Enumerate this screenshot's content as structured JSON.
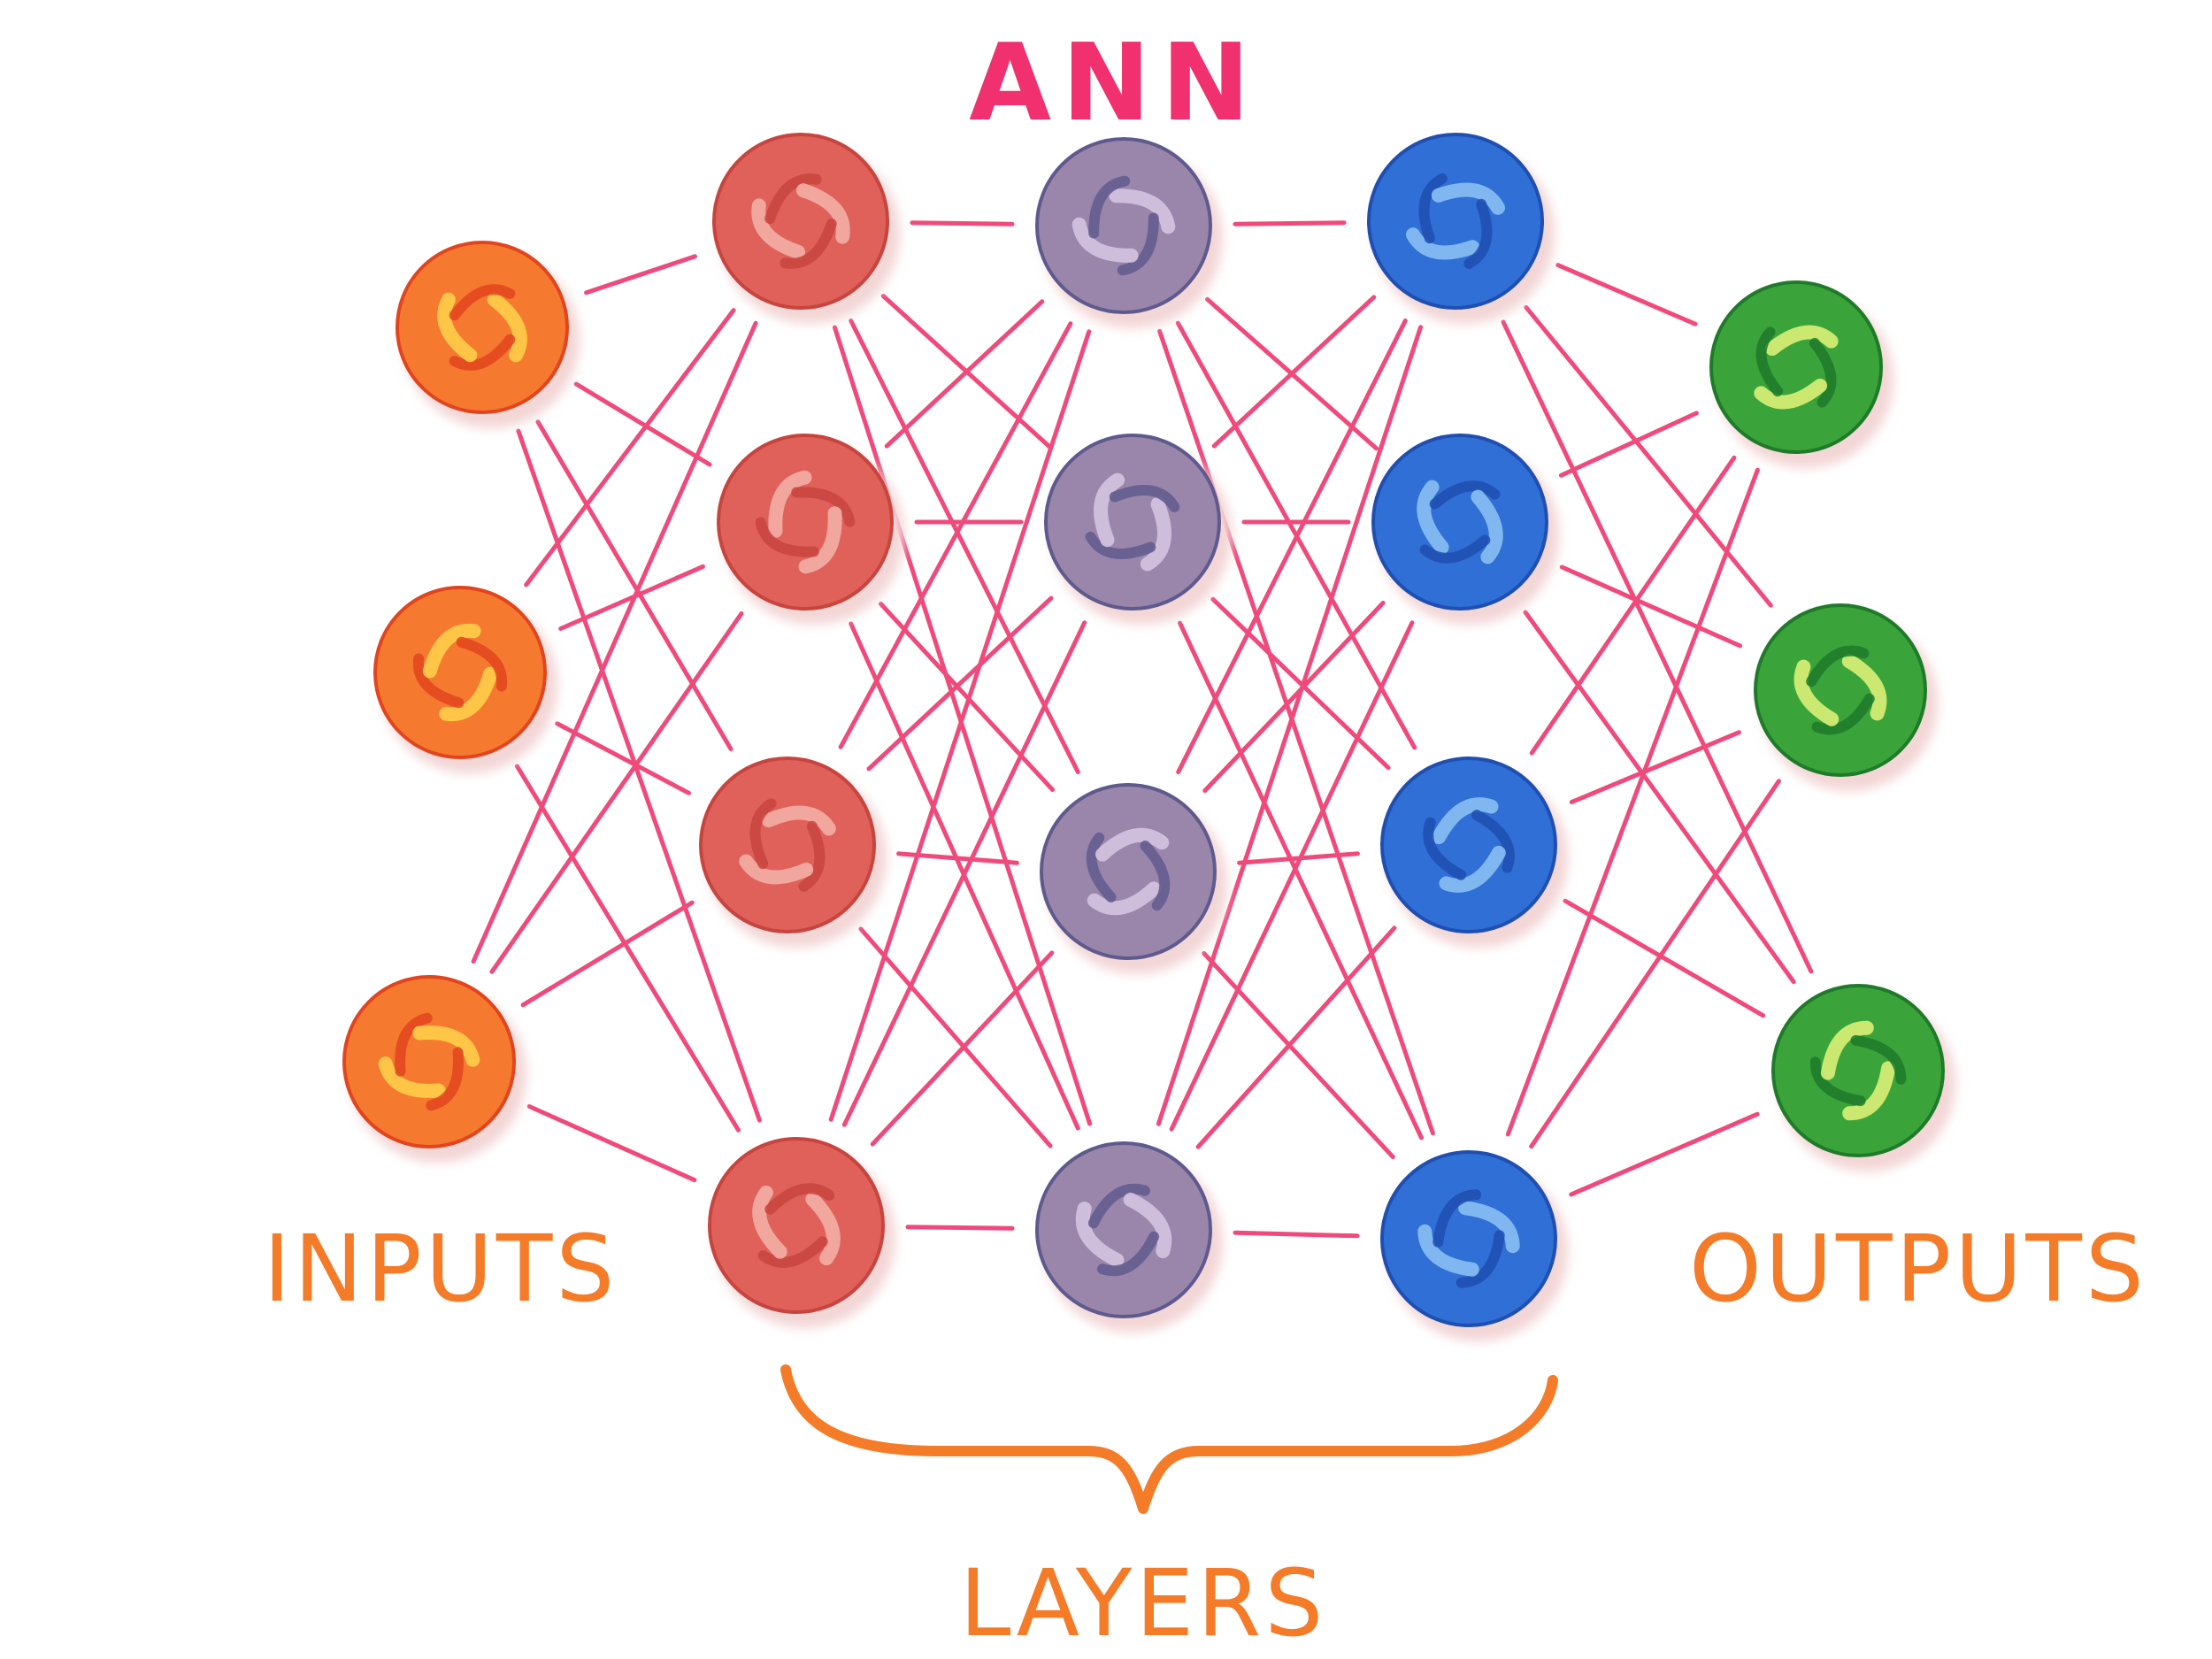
{
  "title": "ANN",
  "labels": {
    "inputs": "INPUTS",
    "outputs": "OUTPUTS",
    "layers": "LAYERS"
  },
  "colors": {
    "title": "#f0306f",
    "label": "#f47b28",
    "connection": "#f04a7c",
    "input_node": "#f57a30",
    "hidden_layer_1": "#e0605a",
    "hidden_layer_2": "#9a86aa",
    "hidden_layer_3": "#2f6fd6",
    "output_node": "#3aa43a"
  },
  "layers": [
    {
      "role": "input",
      "color_key": "input_node",
      "node_count": 3
    },
    {
      "role": "hidden",
      "color_key": "hidden_layer_1",
      "node_count": 4
    },
    {
      "role": "hidden",
      "color_key": "hidden_layer_2",
      "node_count": 4
    },
    {
      "role": "hidden",
      "color_key": "hidden_layer_3",
      "node_count": 4
    },
    {
      "role": "output",
      "color_key": "output_node",
      "node_count": 3
    }
  ]
}
